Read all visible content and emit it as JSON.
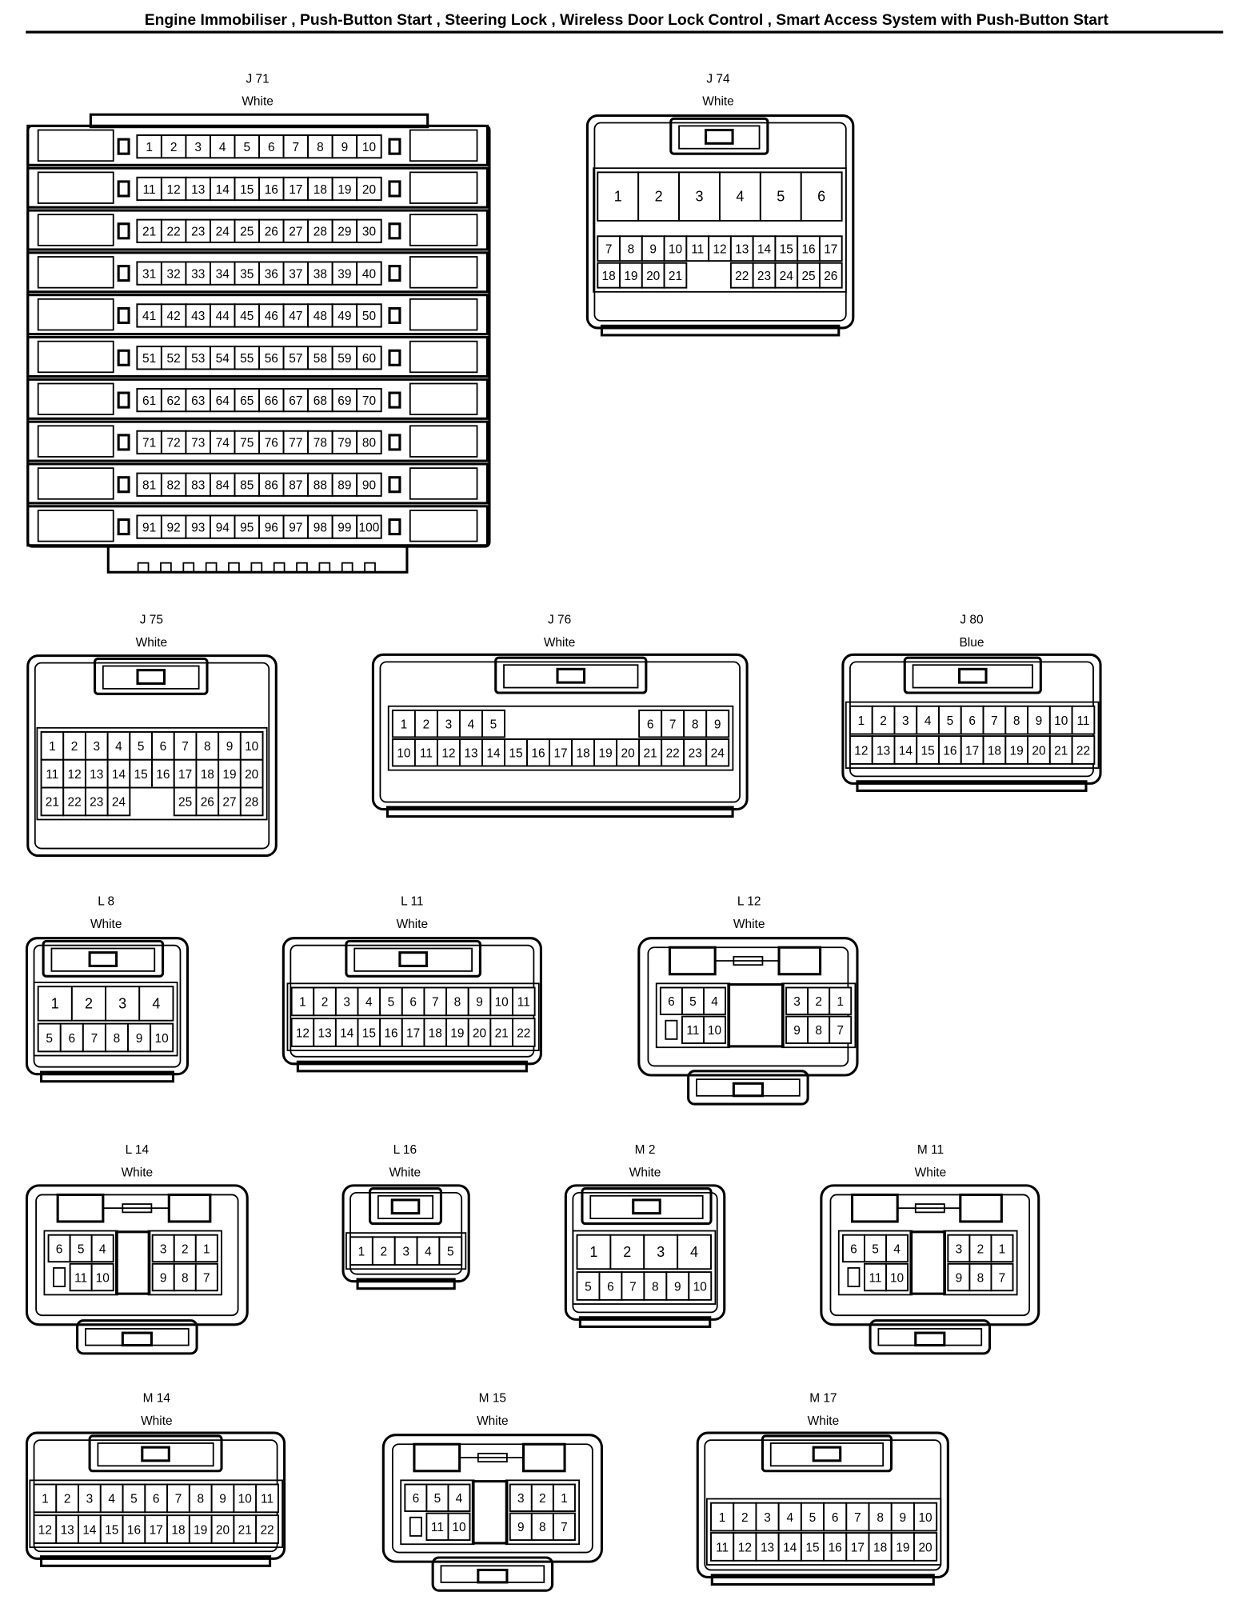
{
  "title": "Engine Immobiliser , Push-Button Start , Steering Lock , Wireless Door Lock Control , Smart Access System with Push-Button Start",
  "connectors": [
    {
      "name": "J 71",
      "color": "White",
      "rows": [
        [
          "1",
          "2",
          "3",
          "4",
          "5",
          "6",
          "7",
          "8",
          "9",
          "10"
        ],
        [
          "11",
          "12",
          "13",
          "14",
          "15",
          "16",
          "17",
          "18",
          "19",
          "20"
        ],
        [
          "21",
          "22",
          "23",
          "24",
          "25",
          "26",
          "27",
          "28",
          "29",
          "30"
        ],
        [
          "31",
          "32",
          "33",
          "34",
          "35",
          "36",
          "37",
          "38",
          "39",
          "40"
        ],
        [
          "41",
          "42",
          "43",
          "44",
          "45",
          "46",
          "47",
          "48",
          "49",
          "50"
        ],
        [
          "51",
          "52",
          "53",
          "54",
          "55",
          "56",
          "57",
          "58",
          "59",
          "60"
        ],
        [
          "61",
          "62",
          "63",
          "64",
          "65",
          "66",
          "67",
          "68",
          "69",
          "70"
        ],
        [
          "71",
          "72",
          "73",
          "74",
          "75",
          "76",
          "77",
          "78",
          "79",
          "80"
        ],
        [
          "81",
          "82",
          "83",
          "84",
          "85",
          "86",
          "87",
          "88",
          "89",
          "90"
        ],
        [
          "91",
          "92",
          "93",
          "94",
          "95",
          "96",
          "97",
          "98",
          "99",
          "100"
        ]
      ]
    },
    {
      "name": "J 74",
      "color": "White",
      "rows": [
        [
          "1",
          "2",
          "3",
          "4",
          "5",
          "6"
        ],
        [
          "7",
          "8",
          "9",
          "10",
          "11",
          "12",
          "13",
          "14",
          "15",
          "16",
          "17"
        ],
        [
          "18",
          "19",
          "20",
          "21",
          "",
          "",
          "22",
          "23",
          "24",
          "25",
          "26"
        ]
      ]
    },
    {
      "name": "J 75",
      "color": "White",
      "rows": [
        [
          "1",
          "2",
          "3",
          "4",
          "5",
          "6",
          "7",
          "8",
          "9",
          "10"
        ],
        [
          "11",
          "12",
          "13",
          "14",
          "15",
          "16",
          "17",
          "18",
          "19",
          "20"
        ],
        [
          "21",
          "22",
          "23",
          "24",
          "",
          "",
          "25",
          "26",
          "27",
          "28"
        ]
      ]
    },
    {
      "name": "J 76",
      "color": "White",
      "rows": [
        [
          "1",
          "2",
          "3",
          "4",
          "5",
          "",
          "",
          "",
          "",
          "",
          "",
          "6",
          "7",
          "8",
          "9"
        ],
        [
          "10",
          "11",
          "12",
          "13",
          "14",
          "15",
          "16",
          "17",
          "18",
          "19",
          "20",
          "21",
          "22",
          "23",
          "24"
        ]
      ]
    },
    {
      "name": "J 80",
      "color": "Blue",
      "rows": [
        [
          "1",
          "2",
          "3",
          "4",
          "5",
          "6",
          "7",
          "8",
          "9",
          "10",
          "11"
        ],
        [
          "12",
          "13",
          "14",
          "15",
          "16",
          "17",
          "18",
          "19",
          "20",
          "21",
          "22"
        ]
      ]
    },
    {
      "name": "L 8",
      "color": "White",
      "rows": [
        [
          "1",
          "2",
          "3",
          "4"
        ],
        [
          "5",
          "6",
          "7",
          "8",
          "9",
          "10"
        ]
      ]
    },
    {
      "name": "L 11",
      "color": "White",
      "rows": [
        [
          "1",
          "2",
          "3",
          "4",
          "5",
          "6",
          "7",
          "8",
          "9",
          "10",
          "11"
        ],
        [
          "12",
          "13",
          "14",
          "15",
          "16",
          "17",
          "18",
          "19",
          "20",
          "21",
          "22"
        ]
      ]
    },
    {
      "name": "L 12",
      "color": "White",
      "rows": [
        [
          "6",
          "5",
          "4",
          "3",
          "2",
          "1"
        ],
        [
          "",
          "11",
          "10",
          "9",
          "8",
          "7"
        ]
      ]
    },
    {
      "name": "L 14",
      "color": "White",
      "rows": [
        [
          "6",
          "5",
          "4",
          "3",
          "2",
          "1"
        ],
        [
          "",
          "11",
          "10",
          "9",
          "8",
          "7"
        ]
      ]
    },
    {
      "name": "L 16",
      "color": "White",
      "rows": [
        [
          "1",
          "2",
          "3",
          "4",
          "5"
        ]
      ]
    },
    {
      "name": "M 2",
      "color": "White",
      "rows": [
        [
          "1",
          "2",
          "3",
          "4"
        ],
        [
          "5",
          "6",
          "7",
          "8",
          "9",
          "10"
        ]
      ]
    },
    {
      "name": "M 11",
      "color": "White",
      "rows": [
        [
          "6",
          "5",
          "4",
          "3",
          "2",
          "1"
        ],
        [
          "",
          "11",
          "10",
          "9",
          "8",
          "7"
        ]
      ]
    },
    {
      "name": "M 14",
      "color": "White",
      "rows": [
        [
          "1",
          "2",
          "3",
          "4",
          "5",
          "6",
          "7",
          "8",
          "9",
          "10",
          "11"
        ],
        [
          "12",
          "13",
          "14",
          "15",
          "16",
          "17",
          "18",
          "19",
          "20",
          "21",
          "22"
        ]
      ]
    },
    {
      "name": "M 15",
      "color": "White",
      "rows": [
        [
          "6",
          "5",
          "4",
          "3",
          "2",
          "1"
        ],
        [
          "",
          "11",
          "10",
          "9",
          "8",
          "7"
        ]
      ]
    },
    {
      "name": "M 17",
      "color": "White",
      "rows": [
        [
          "1",
          "2",
          "3",
          "4",
          "5",
          "6",
          "7",
          "8",
          "9",
          "10"
        ],
        [
          "11",
          "12",
          "13",
          "14",
          "15",
          "16",
          "17",
          "18",
          "19",
          "20"
        ]
      ]
    }
  ]
}
